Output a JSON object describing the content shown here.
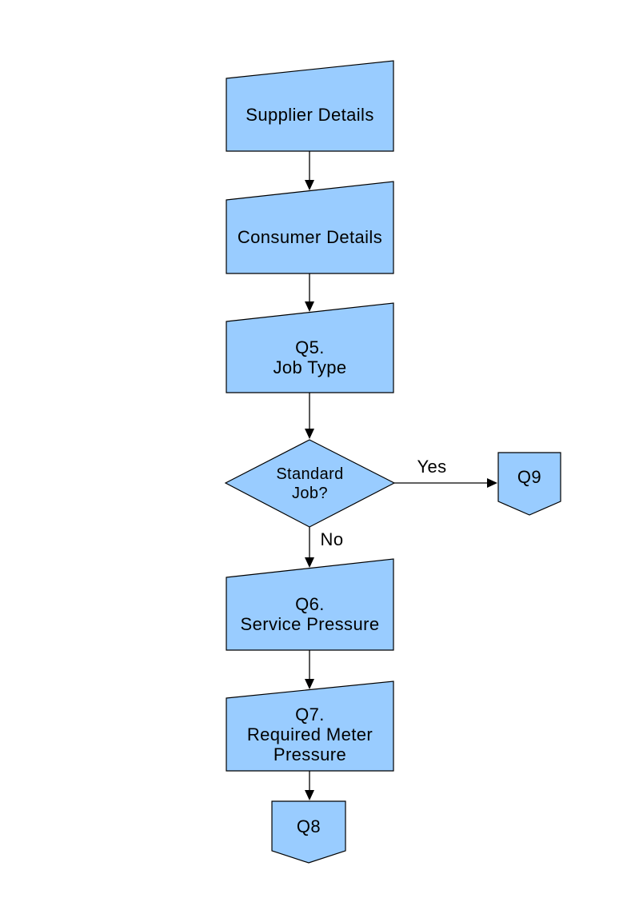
{
  "diagram": {
    "type": "flowchart",
    "colors": {
      "node_fill": "#99ccff",
      "node_border": "#000000",
      "connector": "#000000",
      "text": "#000000"
    },
    "nodes": [
      {
        "id": "supplier",
        "type": "manual-input",
        "label": "Supplier Details"
      },
      {
        "id": "consumer",
        "type": "manual-input",
        "label": "Consumer Details"
      },
      {
        "id": "q5",
        "type": "manual-input",
        "label": "Q5.\nJob Type"
      },
      {
        "id": "decision",
        "type": "decision",
        "label": "Standard\nJob?"
      },
      {
        "id": "q9",
        "type": "off-page-connector",
        "label": "Q9"
      },
      {
        "id": "q6",
        "type": "manual-input",
        "label": "Q6.\nService Pressure"
      },
      {
        "id": "q7",
        "type": "manual-input",
        "label": "Q7.\nRequired Meter\nPressure"
      },
      {
        "id": "q8",
        "type": "off-page-connector",
        "label": "Q8"
      }
    ],
    "edges": [
      {
        "from": "supplier",
        "to": "consumer",
        "label": ""
      },
      {
        "from": "consumer",
        "to": "q5",
        "label": ""
      },
      {
        "from": "q5",
        "to": "decision",
        "label": ""
      },
      {
        "from": "decision",
        "to": "q9",
        "label": "Yes"
      },
      {
        "from": "decision",
        "to": "q6",
        "label": "No"
      },
      {
        "from": "q6",
        "to": "q7",
        "label": ""
      },
      {
        "from": "q7",
        "to": "q8",
        "label": ""
      }
    ]
  }
}
